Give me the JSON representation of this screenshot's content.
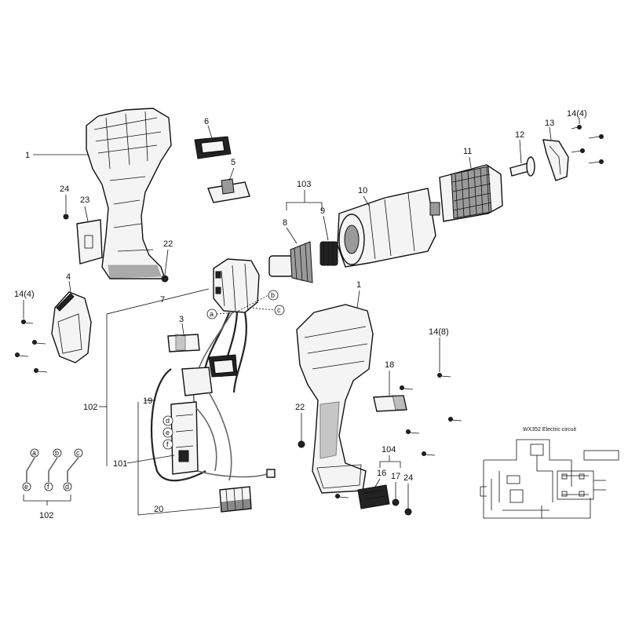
{
  "labels": {
    "l1_top": "1",
    "l6": "6",
    "l5": "5",
    "l24_top": "24",
    "l23": "23",
    "l22_top": "22",
    "l103": "103",
    "l8": "8",
    "l9": "9",
    "l10": "10",
    "l11": "11",
    "l12": "12",
    "l13": "13",
    "l14_4_top": "14(4)",
    "l14_4_left": "14(4)",
    "l4": "4",
    "l7": "7",
    "l3": "3",
    "l102_mid": "102",
    "l19": "19",
    "l101": "101",
    "l20": "20",
    "l102_bottom": "102",
    "l1_right": "1",
    "l14_8": "14(8)",
    "l18": "18",
    "l22_right": "22",
    "l104": "104",
    "l16": "16",
    "l17": "17",
    "l24_right": "24"
  },
  "wire_letters": {
    "a": "a",
    "b": "b",
    "c": "c",
    "d": "d",
    "e": "e",
    "f": "f"
  },
  "circuit": {
    "title": "WX352 Electric circuit"
  }
}
